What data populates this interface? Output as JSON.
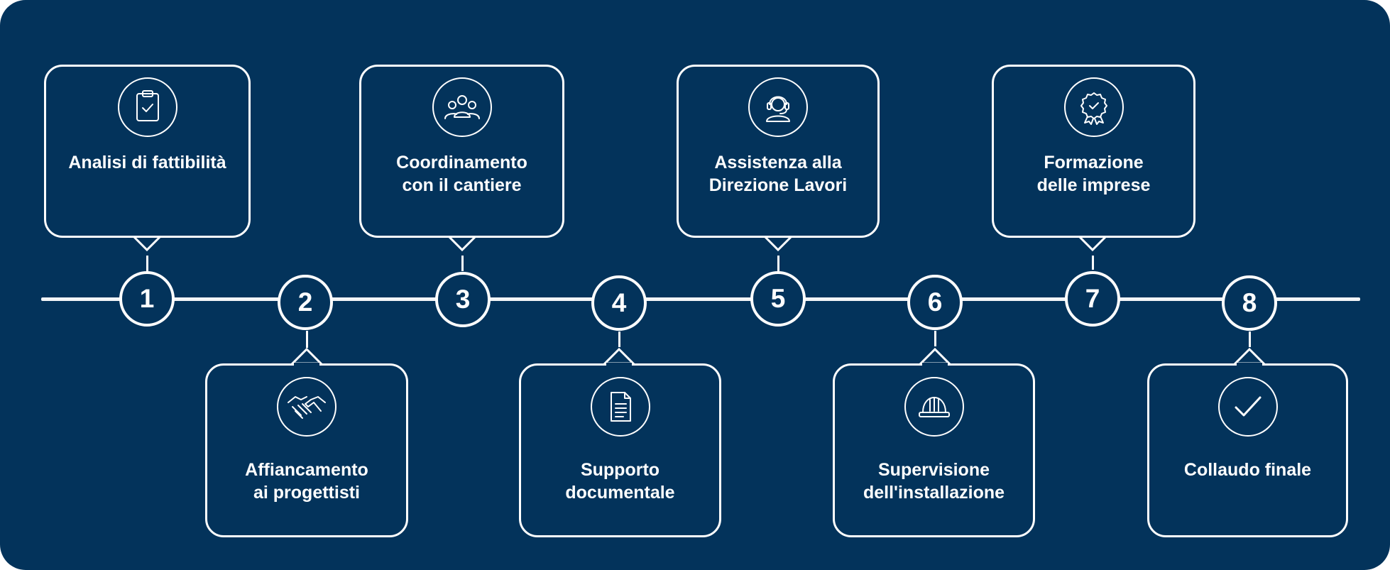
{
  "steps": [
    {
      "number": "1",
      "label": "Analisi di fattibilità",
      "icon": "clipboard-check-icon"
    },
    {
      "number": "2",
      "label": "Affiancamento\nai progettisti",
      "icon": "handshake-icon"
    },
    {
      "number": "3",
      "label": "Coordinamento\ncon il cantiere",
      "icon": "team-icon"
    },
    {
      "number": "4",
      "label": "Supporto\ndocumentale",
      "icon": "document-icon"
    },
    {
      "number": "5",
      "label": "Assistenza alla\nDirezione Lavori",
      "icon": "headset-operator-icon"
    },
    {
      "number": "6",
      "label": "Supervisione\ndell'installazione",
      "icon": "hard-hat-icon"
    },
    {
      "number": "7",
      "label": "Formazione\ndelle imprese",
      "icon": "award-badge-icon"
    },
    {
      "number": "8",
      "label": "Collaudo finale",
      "icon": "checkmark-icon"
    }
  ],
  "colors": {
    "background": "#03335b",
    "foreground": "#ffffff"
  }
}
